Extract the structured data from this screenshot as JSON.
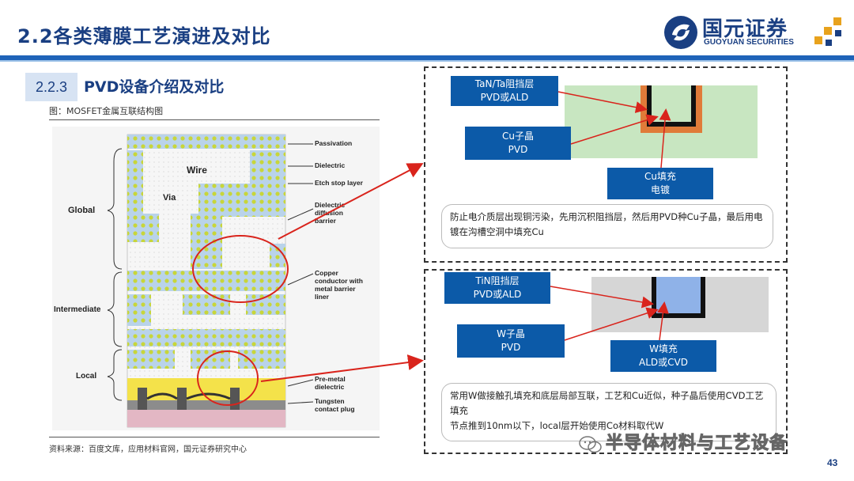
{
  "header": {
    "title": "2.2各类薄膜工艺演进及对比"
  },
  "logo": {
    "cn": "国元证券",
    "en": "GUOYUAN SECURITIES"
  },
  "section": {
    "number": "2.2.3",
    "title": "PVD设备介绍及对比"
  },
  "figure": {
    "caption": "图：MOSFET金属互联结构图",
    "source": "资料来源：百度文库，应用材料官网，国元证券研究中心",
    "labels": {
      "passivation": "Passivation",
      "dielectric": "Dielectric",
      "etch_stop": "Etch stop layer",
      "diffusion_1": "Dielectric",
      "diffusion_2": "diffusion",
      "diffusion_3": "barrier",
      "copper_1": "Copper",
      "copper_2": "conductor with",
      "copper_3": "metal barrier",
      "copper_4": "liner",
      "premetal_1": "Pre-metal",
      "premetal_2": "dielectric",
      "tungsten_1": "Tungsten",
      "tungsten_2": "contact plug",
      "wire": "Wire",
      "via": "Via",
      "global": "Global",
      "intermediate": "Intermediate",
      "local": "Local"
    }
  },
  "cu_panel": {
    "barrier_label_1": "TaN/Ta阻挡层",
    "barrier_label_2": "PVD或ALD",
    "seed_label_1": "Cu子晶",
    "seed_label_2": "PVD",
    "fill_label_1": "Cu填充",
    "fill_label_2": "电镀",
    "note": "防止电介质层出现铜污染，先用沉积阻挡层，然后用PVD种Cu子晶，最后用电镀在沟槽空洞中填充Cu"
  },
  "w_panel": {
    "barrier_label_1": "TiN阻挡层",
    "barrier_label_2": "PVD或ALD",
    "seed_label_1": "W子晶",
    "seed_label_2": "PVD",
    "fill_label_1": "W填充",
    "fill_label_2": "ALD或CVD",
    "note_1": "常用W做接触孔填充和底层局部互联，工艺和Cu近似，种子晶后使用CVD工艺填充",
    "note_2": "节点推到10nm以下，local层开始使用Co材料取代W"
  },
  "watermark": "半导体材料与工艺设备",
  "page_number": "43",
  "colors": {
    "brand": "#1a3f82",
    "accent": "#1f63b8",
    "label_bg": "#0c5aa8",
    "arrow": "#d9241c"
  }
}
